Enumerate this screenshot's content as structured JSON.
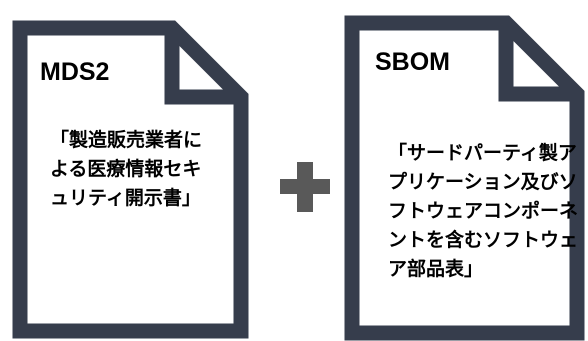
{
  "colors": {
    "document_border": "#363d4c",
    "document_fill": "#ffffff",
    "plus_sign": "#595959"
  },
  "documents": [
    {
      "title": "MDS2",
      "body": "「製造販売業者による医療情報セキュリティ開示書」",
      "icon": "document-icon"
    },
    {
      "title": "SBOM",
      "body": "「サードパーティ製アプリケーション及びソフトウェアコンポーネントを含むソフトウェア部品表」",
      "icon": "document-icon"
    }
  ],
  "operator": {
    "icon": "plus-icon"
  }
}
